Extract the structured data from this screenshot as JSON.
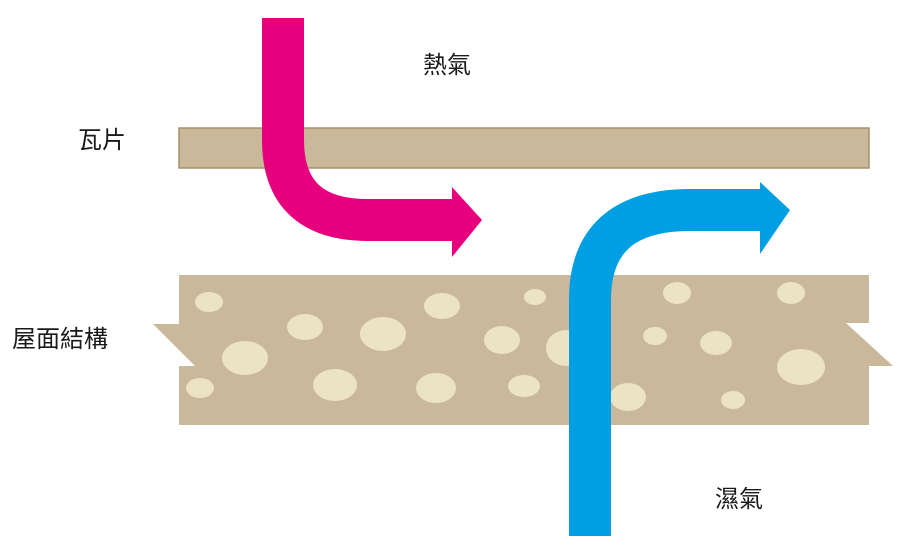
{
  "labels": {
    "heat": "熱氣",
    "tile": "瓦片",
    "roof_structure": "屋面結構",
    "moisture": "濕氣"
  },
  "colors": {
    "heat_arrow": "#e6007e",
    "moisture_arrow": "#009fe3",
    "tile": "#c9b99a",
    "tile_edge": "#a8906a",
    "structure": "#c9b99a",
    "structure_spots": "#ece3c4",
    "text": "#1a1a1a"
  }
}
